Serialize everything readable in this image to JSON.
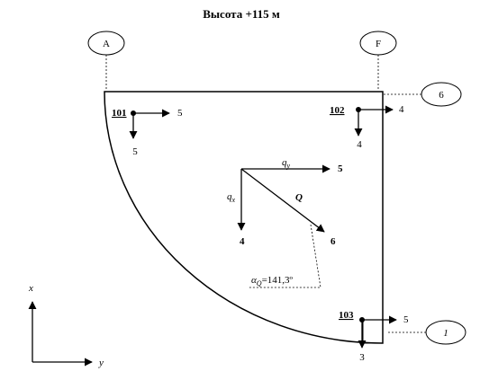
{
  "title": "Высота +115 м",
  "axes": {
    "a": "A",
    "f": "F",
    "six": "6",
    "one": "1"
  },
  "nodes": {
    "n101": {
      "id": "101",
      "right": "5",
      "down": "5"
    },
    "n102": {
      "id": "102",
      "right": "4",
      "down": "4"
    },
    "n103": {
      "id": "103",
      "right": "5",
      "down": "3"
    }
  },
  "load": {
    "qy": "q",
    "qy_sub": "y",
    "qy_val": "5",
    "qx": "q",
    "qx_sub": "x",
    "qx_val": "4",
    "q": "Q",
    "q_val": "6",
    "alpha": "α",
    "alpha_sub": "Q",
    "alpha_val": "=141,3º"
  },
  "coord": {
    "x": "x",
    "y": "y"
  }
}
